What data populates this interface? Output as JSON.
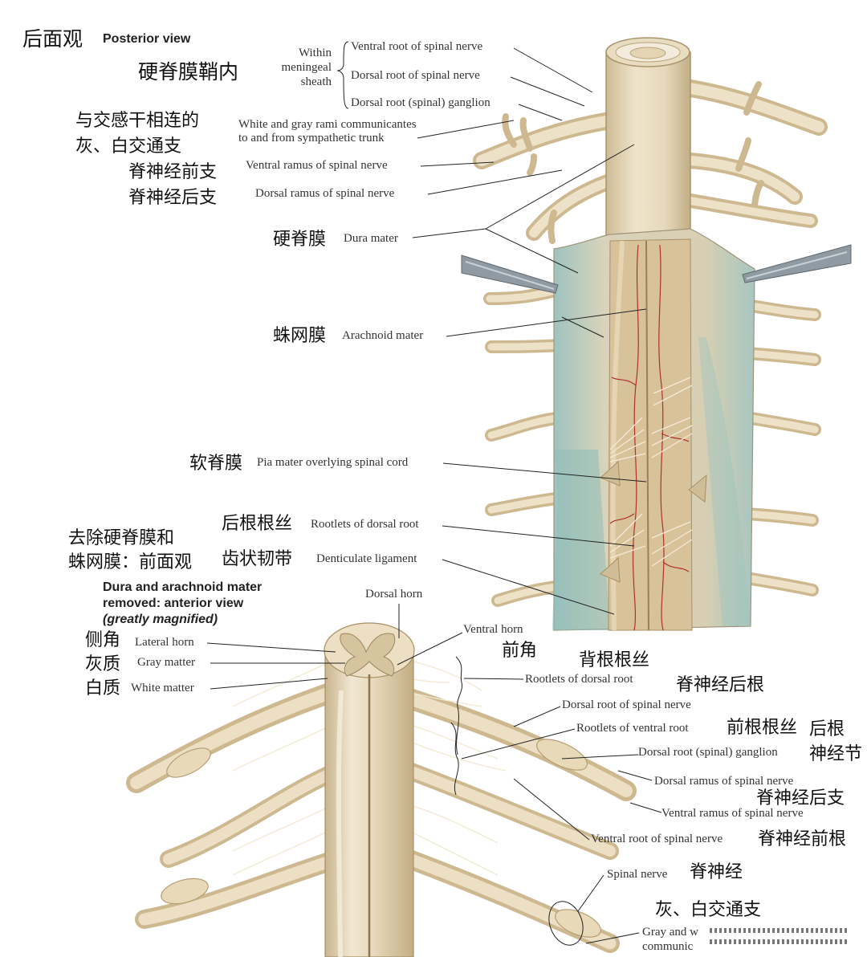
{
  "header": {
    "title_cn": "后面观",
    "title_en": "Posterior view"
  },
  "top_labels": {
    "sheath_cn": "硬脊膜鞘内",
    "sheath_en_1": "Within",
    "sheath_en_2": "meningeal",
    "sheath_en_3": "sheath",
    "ventral_root": "Ventral root of spinal nerve",
    "dorsal_root": "Dorsal root of spinal nerve",
    "dorsal_ganglion": "Dorsal root (spinal) ganglion",
    "rami_cn_1": "与交感干相连的",
    "rami_cn_2": "灰、白交通支",
    "rami_en_1": "White and gray rami communicantes",
    "rami_en_2": "to and from sympathetic trunk",
    "ventral_ramus_cn": "脊神经前支",
    "ventral_ramus_en": "Ventral ramus of spinal nerve",
    "dorsal_ramus_cn": "脊神经后支",
    "dorsal_ramus_en": "Dorsal ramus of spinal nerve",
    "dura_cn": "硬脊膜",
    "dura_en": "Dura mater",
    "arachnoid_cn": "蛛网膜",
    "arachnoid_en": "Arachnoid mater",
    "pia_cn": "软脊膜",
    "pia_en": "Pia mater overlying spinal cord",
    "rootlets_dorsal_cn": "后根根丝",
    "rootlets_dorsal_en": "Rootlets of dorsal root",
    "denticulate_cn": "齿状韧带",
    "denticulate_en": "Denticulate ligament"
  },
  "lower": {
    "caption_cn_1": "去除硬脊膜和",
    "caption_cn_2": "蛛网膜：前面观",
    "caption_en_1": "Dura and arachnoid mater",
    "caption_en_2": "removed: anterior view",
    "caption_en_3": "(greatly magnified)",
    "dorsal_horn": "Dorsal horn",
    "ventral_horn_en": "Ventral horn",
    "ventral_horn_cn": "前角",
    "lateral_horn_cn": "侧角",
    "lateral_horn_en": "Lateral horn",
    "gray_matter_cn": "灰质",
    "gray_matter_en": "Gray matter",
    "white_matter_cn": "白质",
    "white_matter_en": "White matter",
    "rootlets_dorsal_cn": "背根根丝",
    "rootlets_dorsal_en": "Rootlets of dorsal root",
    "dorsal_root_cn": "脊神经后根",
    "dorsal_root_en": "Dorsal root of spinal nerve",
    "rootlets_ventral_cn": "前根根丝",
    "rootlets_ventral_en": "Rootlets of ventral root",
    "ganglion_cn_1": "后根",
    "ganglion_cn_2": "神经节",
    "ganglion_en": "Dorsal root (spinal) ganglion",
    "dorsal_ramus_en": "Dorsal ramus of spinal nerve",
    "dorsal_ramus_cn": "脊神经后支",
    "ventral_ramus_en": "Ventral ramus of spinal nerve",
    "ventral_root_en": "Ventral root of spinal nerve",
    "ventral_root_cn": "脊神经前根",
    "spinal_nerve_en": "Spinal nerve",
    "spinal_nerve_cn": "脊神经",
    "rami_cn": "灰、白交通支",
    "rami_en_1": "Gray and w",
    "rami_en_2": "communic"
  },
  "colors": {
    "nerve": "#e9dcc0",
    "nerve_shadow": "#c9b48e",
    "dura": "#ddd3b8",
    "arachnoid_blue": "#a9c9c4",
    "vessel": "#b0302c",
    "leader": "#222222"
  }
}
